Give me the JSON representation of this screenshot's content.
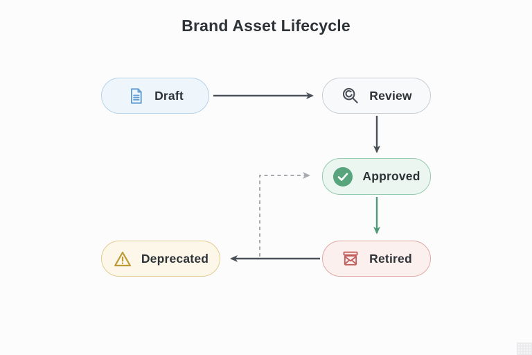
{
  "title": "Brand Asset Lifecycle",
  "nodes": {
    "draft": {
      "label": "Draft",
      "icon": "document-icon"
    },
    "review": {
      "label": "Review",
      "icon": "search-icon"
    },
    "approved": {
      "label": "Approved",
      "icon": "check-circle-icon"
    },
    "retired": {
      "label": "Retired",
      "icon": "mail-archive-icon"
    },
    "deprecated": {
      "label": "Deprecated",
      "icon": "warning-triangle-icon"
    }
  },
  "edges": [
    {
      "from": "draft",
      "to": "review",
      "style": "solid",
      "color": "#4b5158"
    },
    {
      "from": "review",
      "to": "approved",
      "style": "solid",
      "color": "#4b5158"
    },
    {
      "from": "approved",
      "to": "retired",
      "style": "solid",
      "color": "#4f9b78"
    },
    {
      "from": "retired",
      "to": "deprecated",
      "style": "solid",
      "color": "#4b5158"
    },
    {
      "from": "retired",
      "to": "approved",
      "style": "dashed",
      "color": "#a8aab0"
    }
  ],
  "colors": {
    "page-bg": "#fcfcfd",
    "title-color": "#2e3338",
    "text-color": "#2e3338",
    "arrow-dark": "#4b5158",
    "arrow-green": "#4f9b78",
    "arrow-dashed": "#a8aab0",
    "draft-bg": "#eef5fb",
    "draft-border": "#b5d2e8",
    "draft-icon": "#639fd4",
    "review-bg": "#f8f9fa",
    "review-border": "#c9cdd2",
    "review-icon": "#4a4f58",
    "approved-bg": "#eaf6ef",
    "approved-border": "#95cbad",
    "approved-icon": "#57a47d",
    "approved-check": "#ffffff",
    "retired-bg": "#fcf0ef",
    "retired-border": "#e0a7a3",
    "retired-icon": "#c25f5c",
    "deprecated-bg": "#fcf7e9",
    "deprecated-border": "#e2cb8d",
    "deprecated-icon": "#bd9a33"
  }
}
